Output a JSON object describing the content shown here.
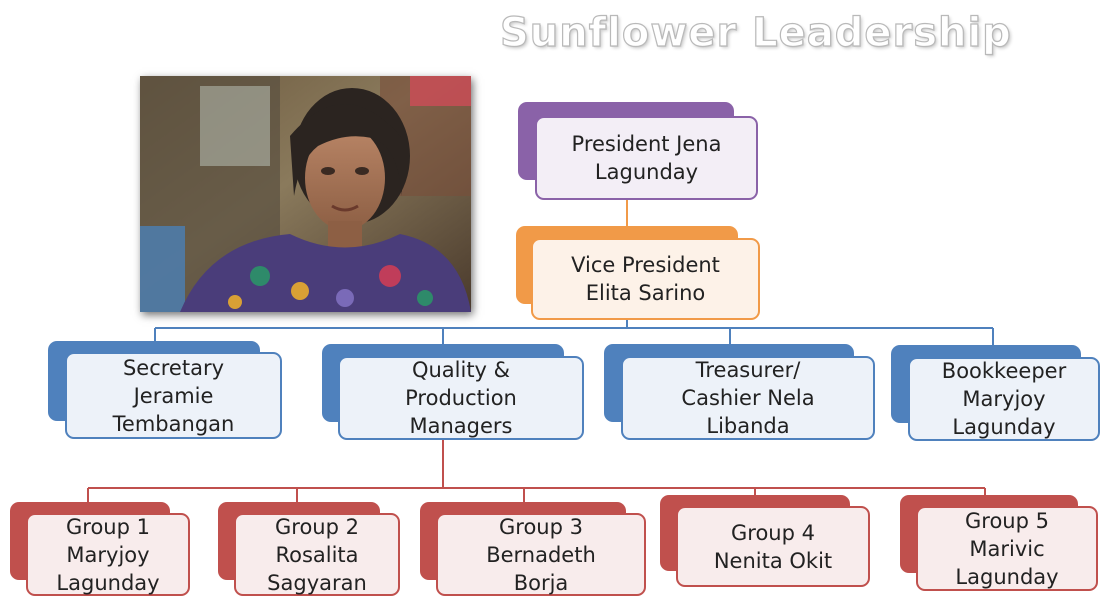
{
  "title": "Sunflower Leadership",
  "photo": {
    "description_icon": "person-portrait"
  },
  "colors": {
    "president": "#8a62a8",
    "vice_president": "#f19a48",
    "officers": "#4f81bd",
    "groups": "#c0504d"
  },
  "president": {
    "line1": "President Jena",
    "line2": "Lagunday"
  },
  "vice_president": {
    "line1": "Vice President",
    "line2": "Elita Sarino"
  },
  "officers": [
    {
      "line1": "Secretary",
      "line2": "Jeramie",
      "line3": "Tembangan"
    },
    {
      "line1": "Quality &",
      "line2": "Production",
      "line3": "Managers"
    },
    {
      "line1": "Treasurer/",
      "line2": "Cashier Nela",
      "line3": "Libanda"
    },
    {
      "line1": "Bookkeeper",
      "line2": "Maryjoy",
      "line3": "Lagunday"
    }
  ],
  "groups": [
    {
      "line1": "Group 1",
      "line2": "Maryjoy",
      "line3": "Lagunday"
    },
    {
      "line1": "Group 2",
      "line2": "Rosalita",
      "line3": "Sagyaran"
    },
    {
      "line1": "Group 3",
      "line2": "Bernadeth",
      "line3": "Borja"
    },
    {
      "line1": "Group 4",
      "line2": "Nenita Okit",
      "line3": ""
    },
    {
      "line1": "Group 5",
      "line2": "Marivic",
      "line3": "Lagunday"
    }
  ]
}
